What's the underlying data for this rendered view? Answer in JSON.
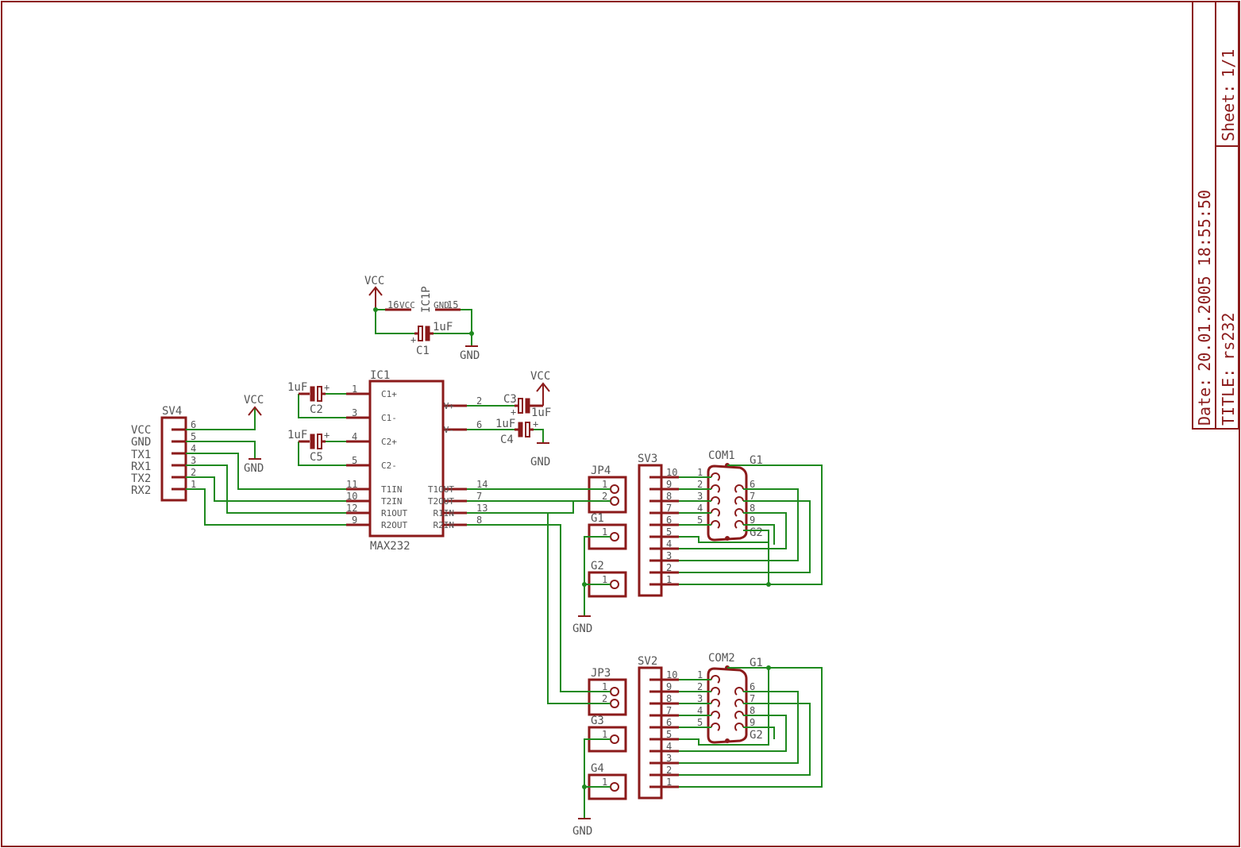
{
  "frame": {
    "date_label": "Date:",
    "date_value": "20.01.2005 18:55:50",
    "title_label": "TITLE:",
    "title_value": "rs232",
    "sheet_label": "Sheet:",
    "sheet_value": "1/1"
  },
  "colors": {
    "part": "#8b1a1a",
    "wire": "#1f8a1f",
    "text": "#555555"
  },
  "supply": {
    "vcc": "VCC",
    "gnd": "GND"
  },
  "ic1p": {
    "name": "IC1P",
    "pin_vcc_num": "16",
    "pin_vcc_name": "VCC",
    "pin_gnd_name": "GND",
    "pin_gnd_num": "15"
  },
  "caps": {
    "c1": {
      "name": "C1",
      "value": "1uF"
    },
    "c2": {
      "name": "C2",
      "value": "1uF"
    },
    "c3": {
      "name": "C3",
      "value": "1uF"
    },
    "c4": {
      "name": "C4",
      "value": "1uF"
    },
    "c5": {
      "name": "C5",
      "value": "1uF"
    },
    "plus": "+"
  },
  "ic1": {
    "name": "IC1",
    "value": "MAX232",
    "left_pins": [
      {
        "num": "1",
        "name": "C1+"
      },
      {
        "num": "3",
        "name": "C1-"
      },
      {
        "num": "4",
        "name": "C2+"
      },
      {
        "num": "5",
        "name": "C2-"
      },
      {
        "num": "11",
        "name": "T1IN"
      },
      {
        "num": "10",
        "name": "T2IN"
      },
      {
        "num": "12",
        "name": "R1OUT"
      },
      {
        "num": "9",
        "name": "R2OUT"
      }
    ],
    "right_pins": [
      {
        "num": "2",
        "name": "V+"
      },
      {
        "num": "6",
        "name": "V-"
      },
      {
        "num": "14",
        "name": "T1OUT"
      },
      {
        "num": "7",
        "name": "T2OUT"
      },
      {
        "num": "13",
        "name": "R1IN"
      },
      {
        "num": "8",
        "name": "R2IN"
      }
    ]
  },
  "sv4": {
    "name": "SV4",
    "pins": [
      "6",
      "5",
      "4",
      "3",
      "2",
      "1"
    ],
    "signals": [
      "VCC",
      "GND",
      "TX1",
      "RX1",
      "TX2",
      "RX2"
    ]
  },
  "jumpers": {
    "jp4": {
      "name": "JP4",
      "pins": [
        "1",
        "2"
      ]
    },
    "jp3": {
      "name": "JP3",
      "pins": [
        "1",
        "2"
      ]
    },
    "g1": {
      "name": "G1",
      "pin": "1"
    },
    "g2": {
      "name": "G2",
      "pin": "1"
    },
    "g3": {
      "name": "G3",
      "pin": "1"
    },
    "g4": {
      "name": "G4",
      "pin": "1"
    }
  },
  "headers": {
    "sv3": {
      "name": "SV3",
      "pins": [
        "10",
        "9",
        "8",
        "7",
        "6",
        "5",
        "4",
        "3",
        "2",
        "1"
      ]
    },
    "sv2": {
      "name": "SV2",
      "pins": [
        "10",
        "9",
        "8",
        "7",
        "6",
        "5",
        "4",
        "3",
        "2",
        "1"
      ]
    }
  },
  "dsub": {
    "com1": {
      "name": "COM1",
      "left": [
        "1",
        "2",
        "3",
        "4",
        "5"
      ],
      "right": [
        "6",
        "7",
        "8",
        "9"
      ],
      "g1": "G1",
      "g2": "G2"
    },
    "com2": {
      "name": "COM2",
      "left": [
        "1",
        "2",
        "3",
        "4",
        "5"
      ],
      "right": [
        "6",
        "7",
        "8",
        "9"
      ],
      "g1": "G1",
      "g2": "G2"
    }
  }
}
